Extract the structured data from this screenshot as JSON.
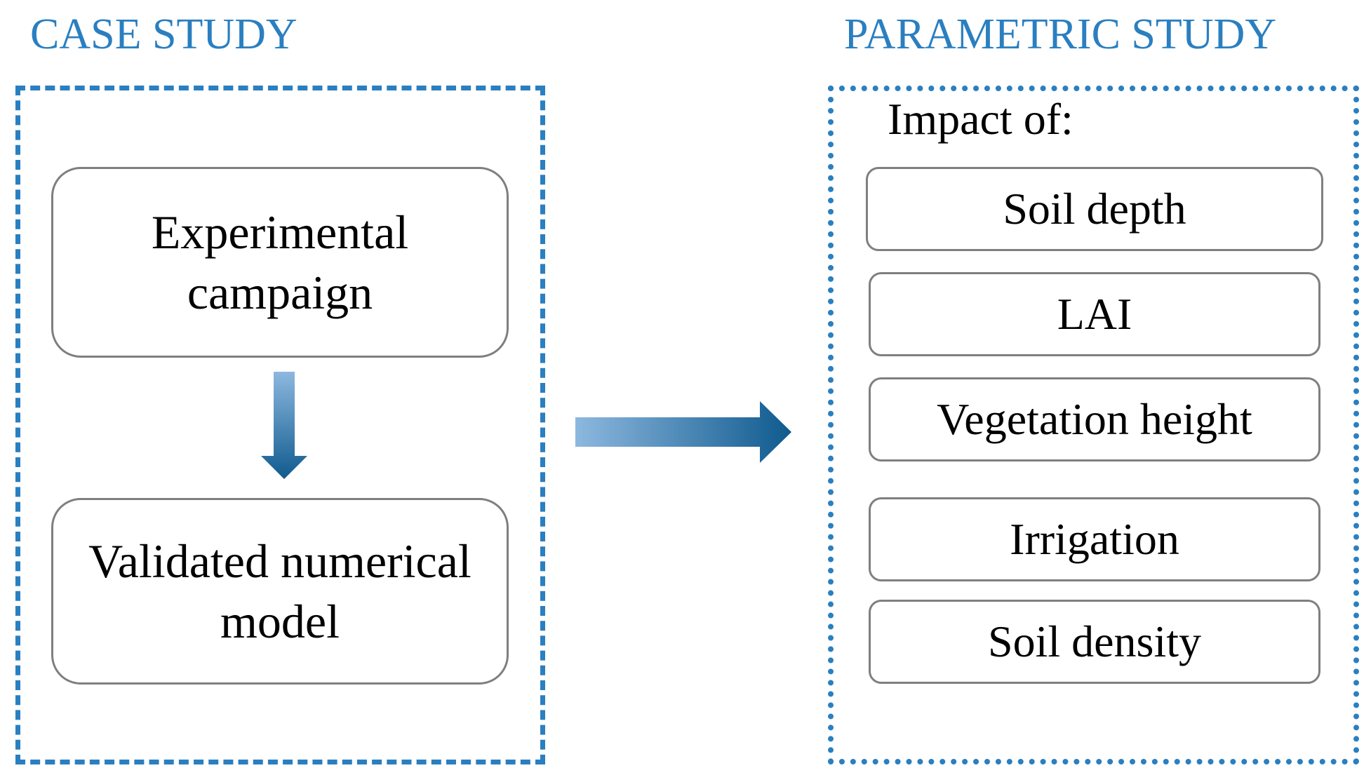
{
  "case_study": {
    "heading": "CASE STUDY",
    "boxes": [
      {
        "line1": "Experimental",
        "line2": "campaign"
      },
      {
        "line1": "Validated numerical",
        "line2": "model"
      }
    ]
  },
  "parametric_study": {
    "heading": "PARAMETRIC STUDY",
    "impact_label": "Impact of:",
    "items": [
      "Soil depth",
      "LAI",
      "Vegetation height",
      "Irrigation",
      "Soil density"
    ]
  },
  "colors": {
    "accent": "#2a7fc0",
    "arrow_dark": "#0f5a8e",
    "arrow_light": "#8db8df",
    "box_border": "#7f7f7f"
  }
}
